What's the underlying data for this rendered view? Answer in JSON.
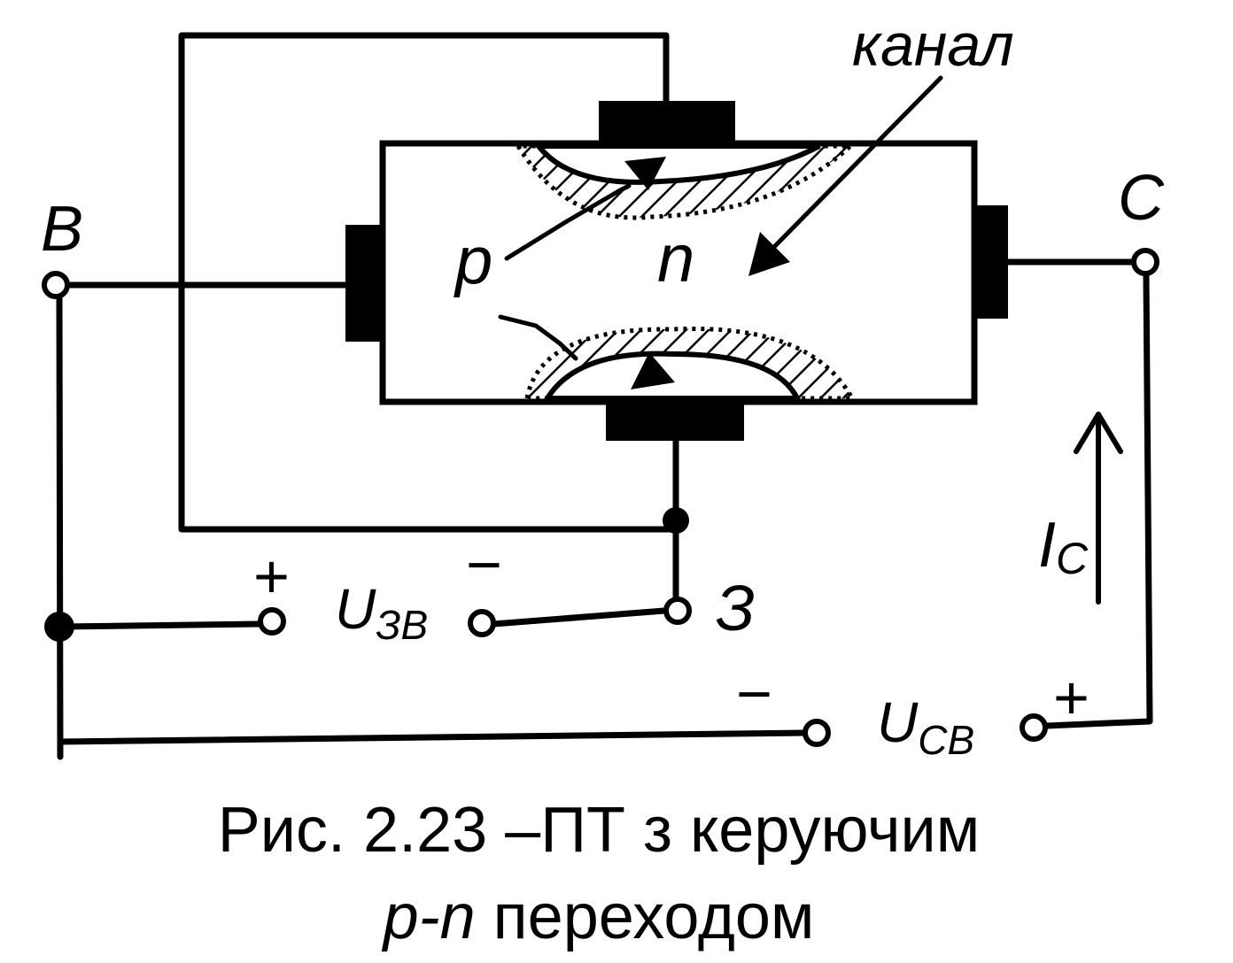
{
  "labels": {
    "source": "В",
    "drain": "С",
    "gate": "З",
    "p": "p",
    "n": "n",
    "channel": "канал",
    "current_main": "I",
    "current_sub": "С",
    "ugs_main": "U",
    "ugs_sub": "ЗВ",
    "uds_main": "U",
    "uds_sub": "СВ",
    "plus": "+",
    "minus": "−"
  },
  "caption": {
    "line1": "Рис. 2.23 –ПТ з керуючим",
    "line2_italic": "p-n",
    "line2_rest": " переходом"
  },
  "colors": {
    "ink": "#000000",
    "background": "#ffffff"
  }
}
